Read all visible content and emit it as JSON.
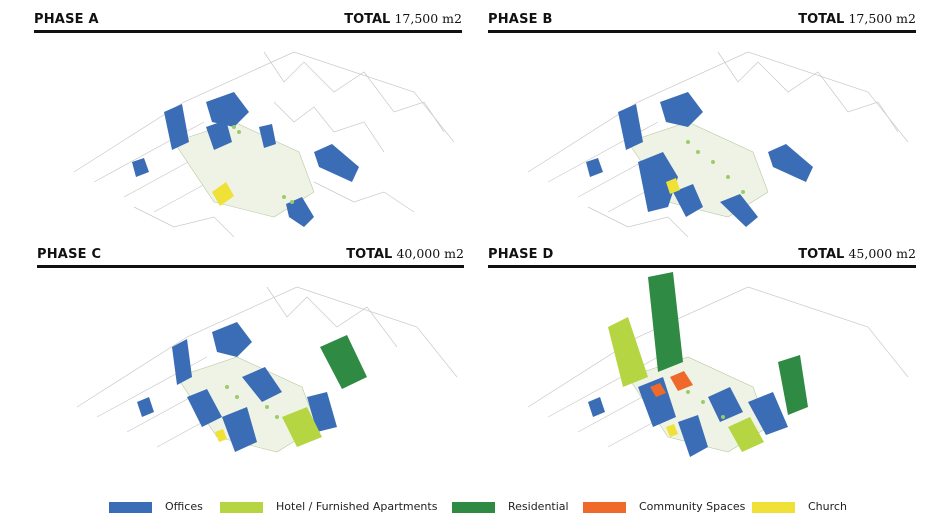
{
  "phases": [
    {
      "name": "PHASE A",
      "total_label": "TOTAL",
      "total_value": "17,500 m2"
    },
    {
      "name": "PHASE B",
      "total_label": "TOTAL",
      "total_value": "17,500 m2"
    },
    {
      "name": "PHASE C",
      "total_label": "TOTAL",
      "total_value": "40,000 m2"
    },
    {
      "name": "PHASE D",
      "total_label": "TOTAL",
      "total_value": "45,000 m2"
    }
  ],
  "legend": [
    {
      "label": "Offices",
      "color": "#3a6db5"
    },
    {
      "label": "Hotel / Furnished Apartments",
      "color": "#b5d642"
    },
    {
      "label": "Residential",
      "color": "#2f8a43"
    },
    {
      "label": "Community Spaces",
      "color": "#ef6a2a"
    },
    {
      "label": "Church",
      "color": "#efe135"
    }
  ]
}
